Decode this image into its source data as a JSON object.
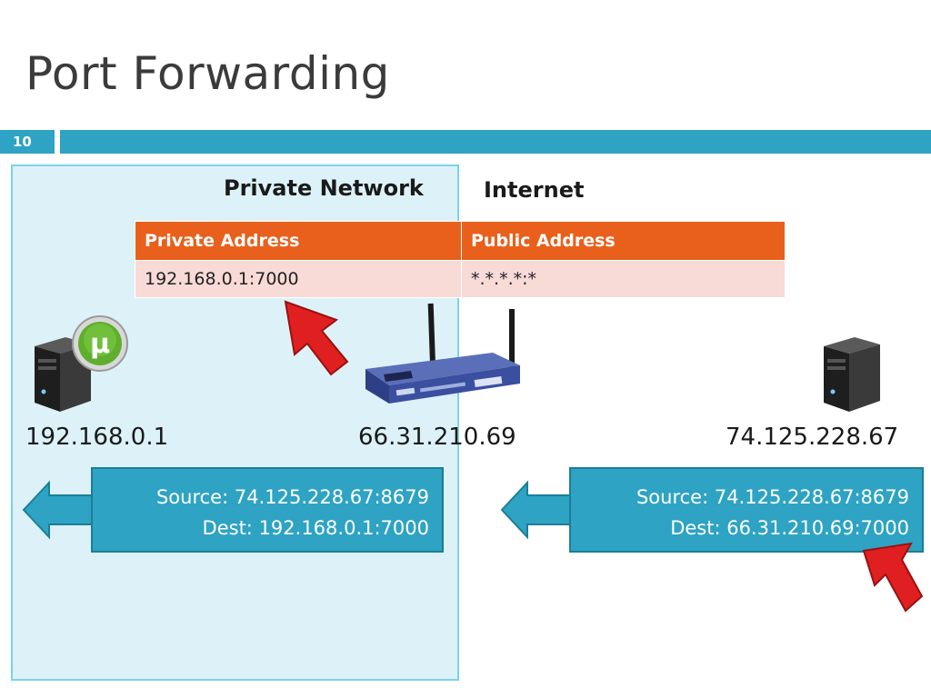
{
  "slide": {
    "title": "Port Forwarding",
    "number": "10"
  },
  "zones": {
    "private_label": "Private Network",
    "internet_label": "Internet"
  },
  "nat_table": {
    "headers": [
      "Private Address",
      "Public Address"
    ],
    "rows": [
      [
        "192.168.0.1:7000",
        "*.*.*.*:*"
      ]
    ]
  },
  "hosts": {
    "private_ip": "192.168.0.1",
    "router_ip": "66.31.210.69",
    "remote_ip": "74.125.228.67"
  },
  "packets": {
    "left": {
      "source": "Source: 74.125.228.67:8679",
      "dest": "Dest: 192.168.0.1:7000"
    },
    "right": {
      "source": "Source: 74.125.228.67:8679",
      "dest": "Dest: 66.31.210.69:7000"
    }
  },
  "colors": {
    "accent": "#2ea3c4",
    "header_orange": "#e8601c",
    "row_pink": "#f8dad7",
    "private_zone": "#dcf2f8",
    "arrow_red": "#e02020"
  },
  "icons": {
    "computer_left": "server-tower-icon",
    "utorrent": "utorrent-logo-icon",
    "router": "wireless-router-icon",
    "computer_right": "server-tower-icon"
  }
}
